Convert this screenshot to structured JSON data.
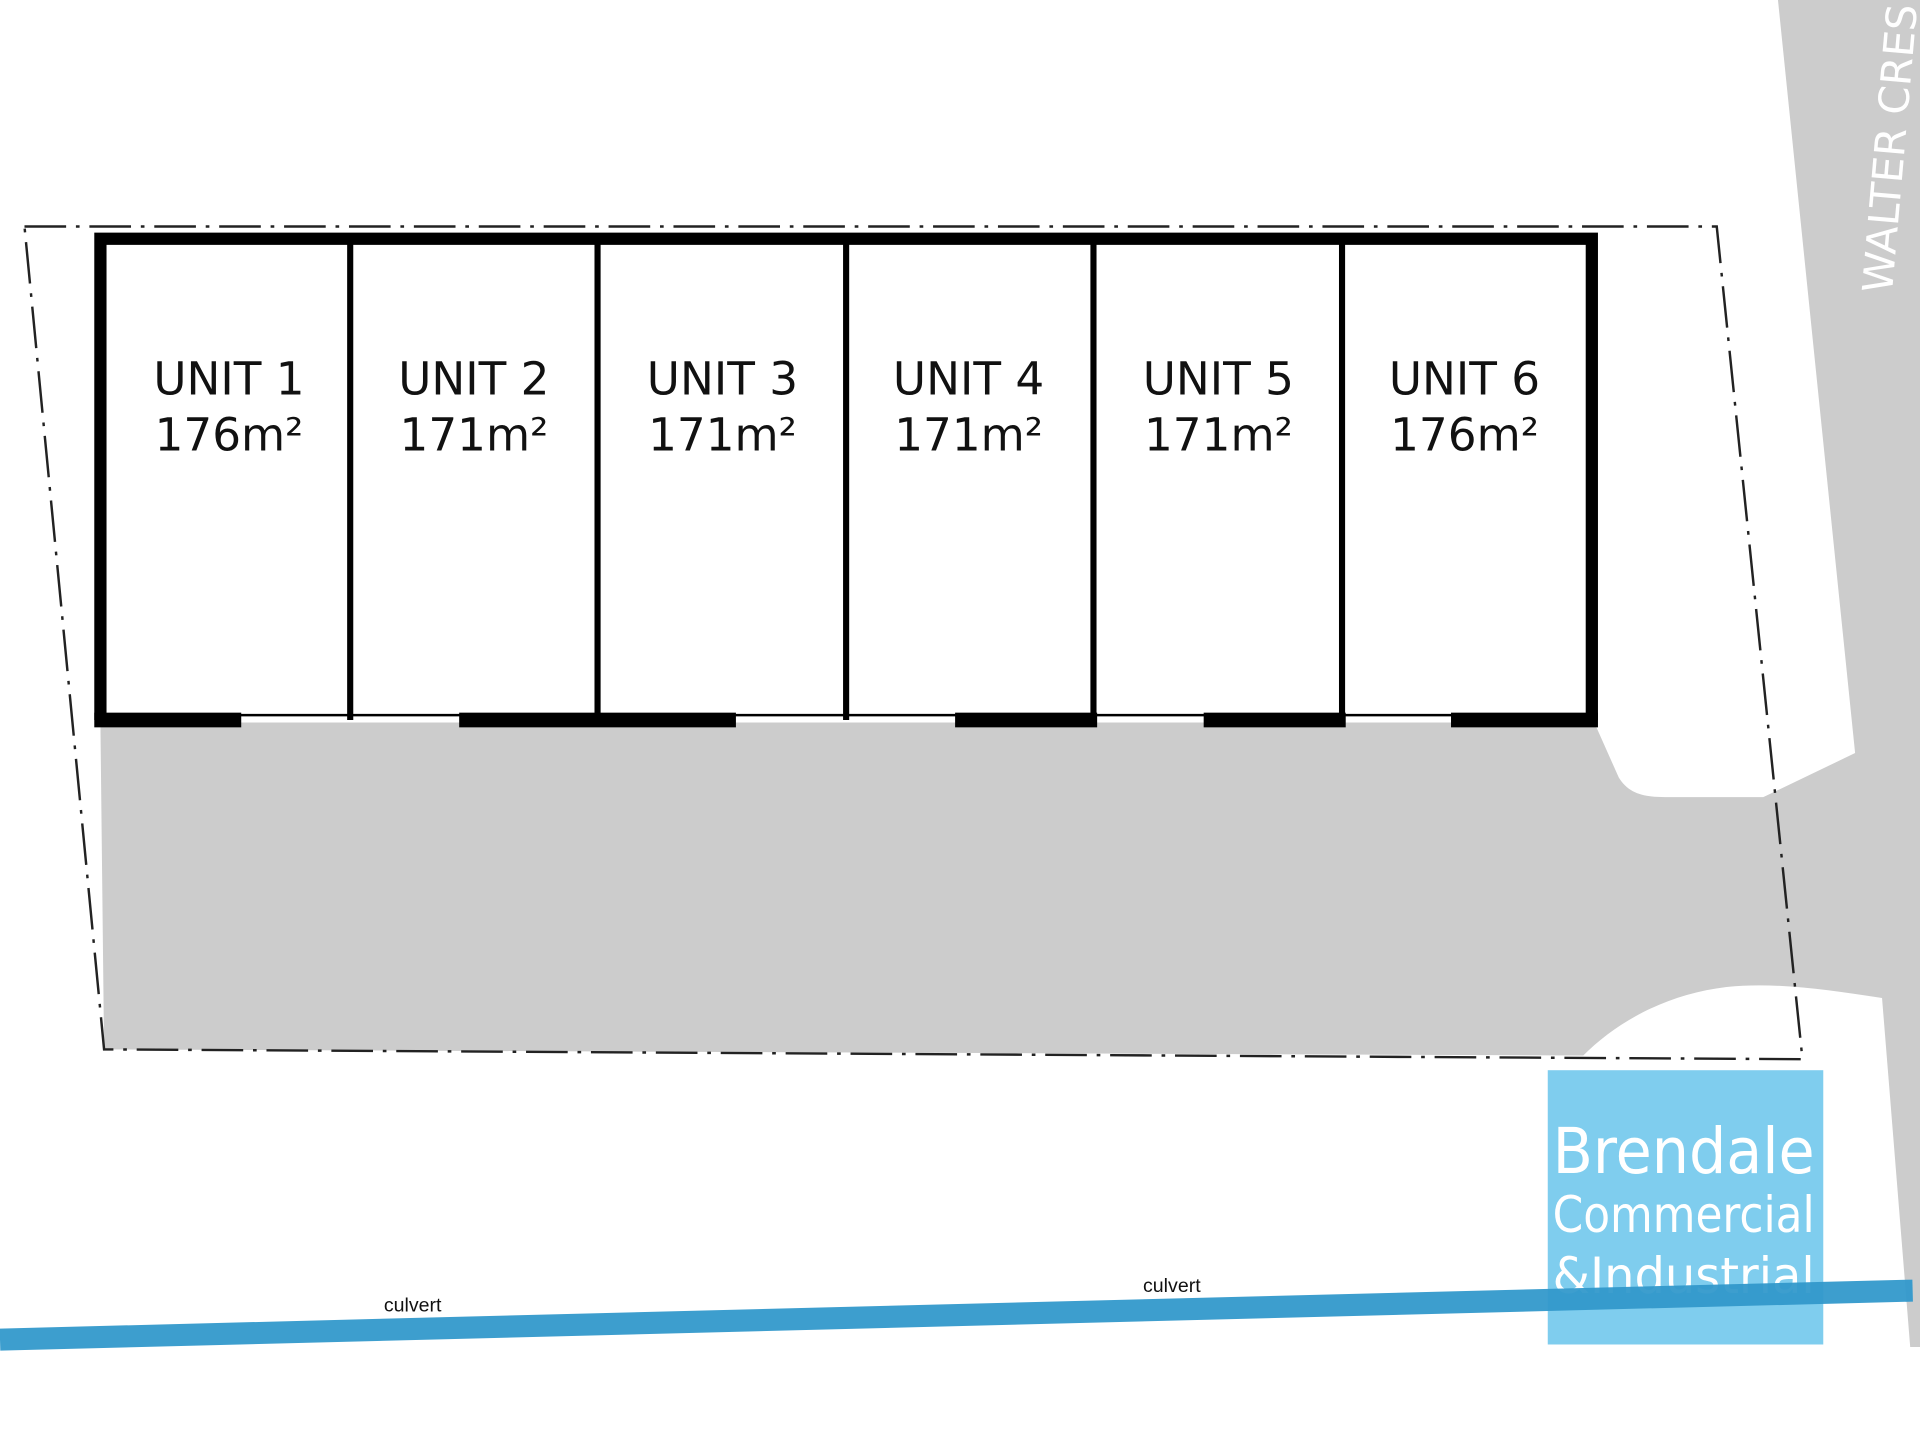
{
  "street": {
    "name": "WALTER CRES"
  },
  "units": [
    {
      "label": "UNIT 1",
      "area": "176m²"
    },
    {
      "label": "UNIT 2",
      "area": "171m²"
    },
    {
      "label": "UNIT 3",
      "area": "171m²"
    },
    {
      "label": "UNIT 4",
      "area": "171m²"
    },
    {
      "label": "UNIT 5",
      "area": "171m²"
    },
    {
      "label": "UNIT 6",
      "area": "176m²"
    }
  ],
  "culverts": [
    {
      "label": "culvert"
    },
    {
      "label": "culvert"
    }
  ],
  "logo": {
    "line1": "Brendale",
    "line2": "Commercial",
    "line3": "&Industrial"
  },
  "colors": {
    "paving": "#cccccc",
    "creek": "#3399cc",
    "logo_bg": "#7fcdee",
    "building": "#000000"
  }
}
